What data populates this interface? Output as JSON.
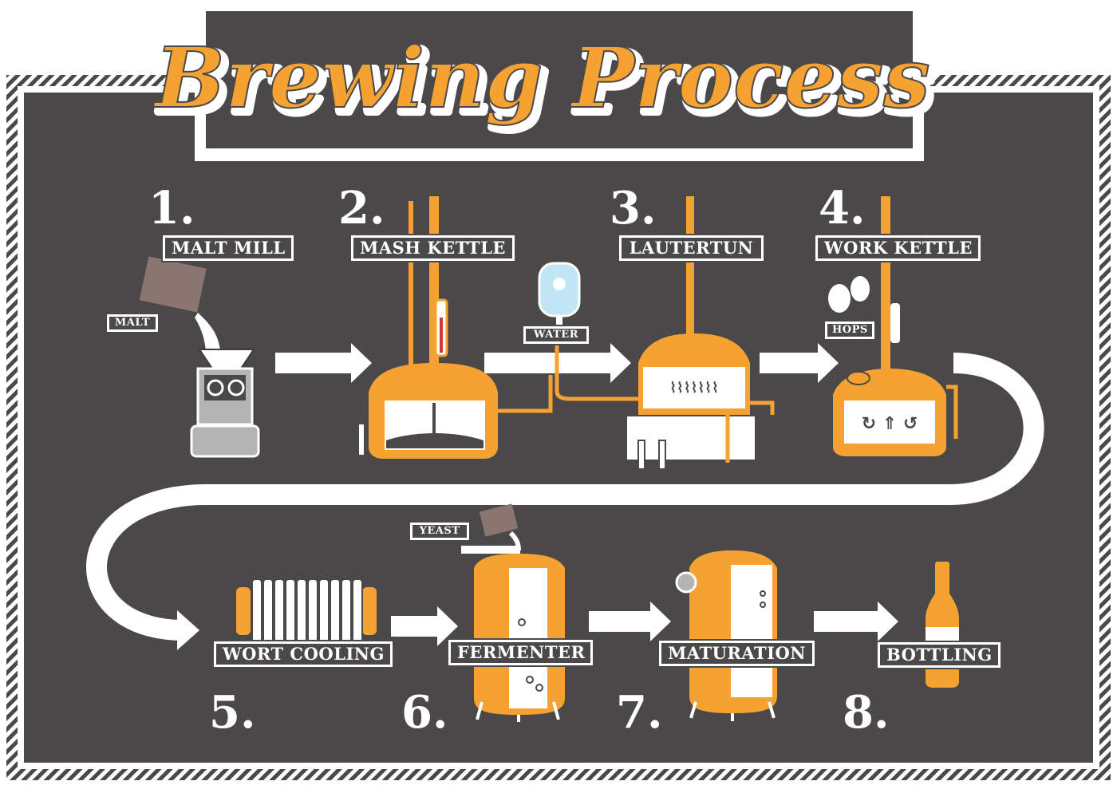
{
  "title": "Brewing Process",
  "colors": {
    "board": "#4a4849",
    "orange": "#f5a233",
    "white": "#ffffff",
    "grey": "#b4b4b4",
    "brown": "#8a7570"
  },
  "steps": [
    {
      "number": "1.",
      "label": "MALT MILL",
      "icon": "malt-mill-icon"
    },
    {
      "number": "2.",
      "label": "MASH KETTLE",
      "icon": "mash-kettle-icon"
    },
    {
      "number": "3.",
      "label": "LAUTERTUN",
      "icon": "lautertun-icon"
    },
    {
      "number": "4.",
      "label": "WORK KETTLE",
      "icon": "work-kettle-icon"
    },
    {
      "number": "5.",
      "label": "WORT COOLING",
      "icon": "wort-cooler-icon"
    },
    {
      "number": "6.",
      "label": "FERMENTER",
      "icon": "fermenter-icon"
    },
    {
      "number": "7.",
      "label": "MATURATION",
      "icon": "maturation-tank-icon"
    },
    {
      "number": "8.",
      "label": "BOTTLING",
      "icon": "bottle-icon"
    }
  ],
  "ingredients": {
    "malt": "MALT",
    "water": "WATER",
    "hops": "HOPS",
    "yeast": "YEAST"
  }
}
